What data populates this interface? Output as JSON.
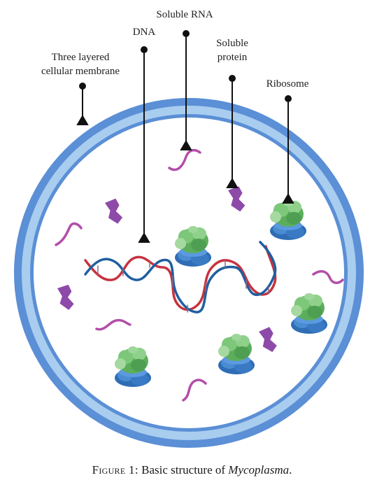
{
  "labels": {
    "membrane": [
      "Three layered",
      "cellular membrane"
    ],
    "dna": "DNA",
    "soluble_rna": "Soluble RNA",
    "soluble_protein": [
      "Soluble",
      "protein"
    ],
    "ribosome": "Ribosome"
  },
  "caption": {
    "prefix": "Figure 1:",
    "text": "Basic structure of",
    "organism": "Mycoplasma",
    "suffix": "."
  },
  "colors": {
    "membrane_outer": "#5b8fd6",
    "membrane_inner": "#a9cdef",
    "dna_strand_a": "#c8323f",
    "dna_strand_b": "#1f5f9e",
    "rna": "#b24ea8",
    "protein": "#8e4aa8",
    "ribosome_large": "#6bbf6b",
    "ribosome_small": "#3f7fc4",
    "leader": "#111111"
  }
}
